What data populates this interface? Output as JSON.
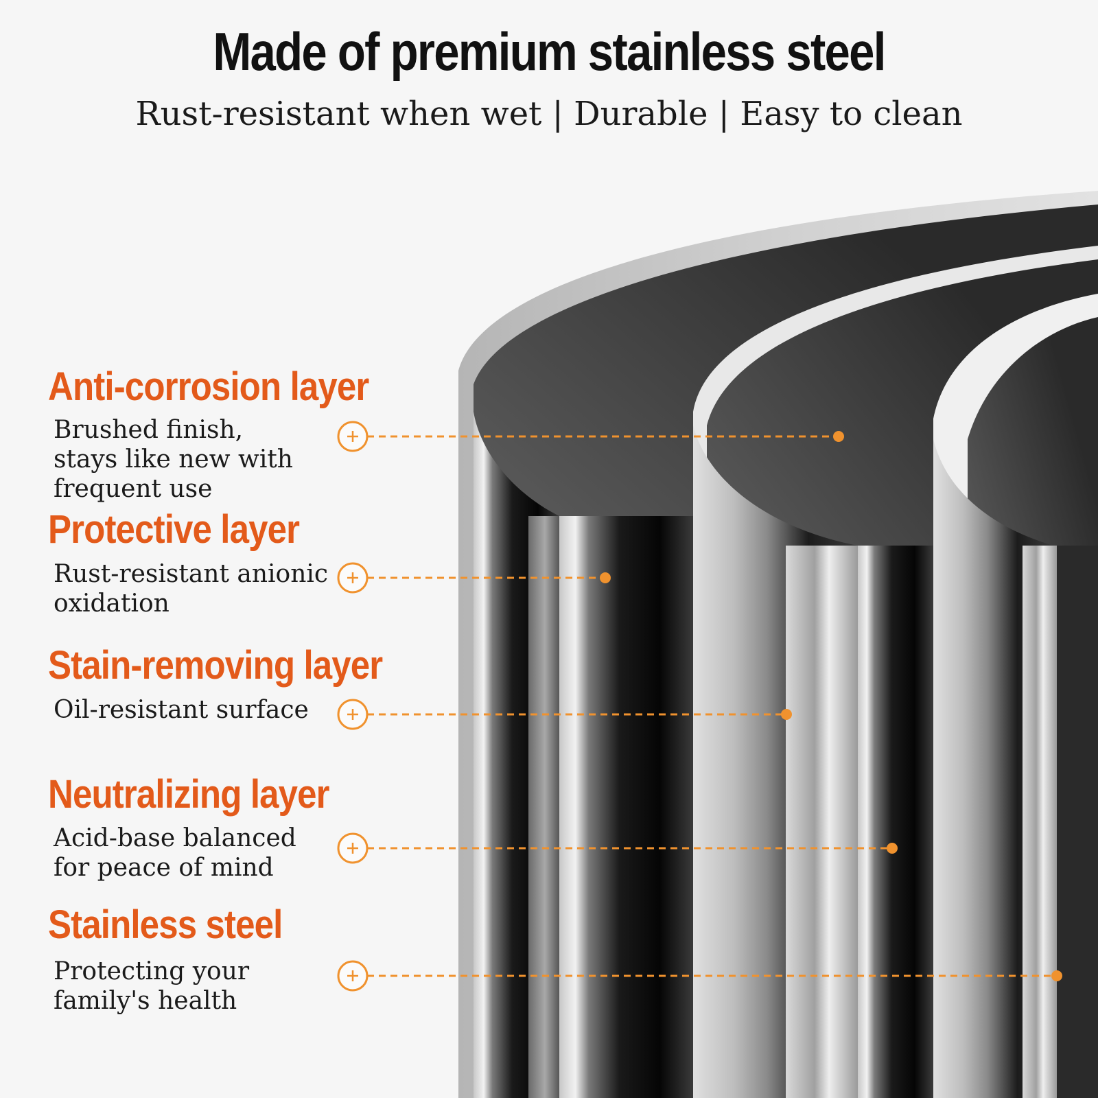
{
  "header": {
    "title": "Made of premium stainless steel",
    "subtitle": "Rust-resistant when wet | Durable | Easy to clean"
  },
  "colors": {
    "accent": "#e35a1a",
    "callout": "#f0922e"
  },
  "icons": {
    "callout_marker": "plus-circle-icon"
  },
  "layers": [
    {
      "title": "Anti-corrosion layer",
      "description": "Brushed finish,\nstays like new with\nfrequent use"
    },
    {
      "title": "Protective layer",
      "description": "Rust-resistant anionic\noxidation"
    },
    {
      "title": "Stain-removing layer",
      "description": "Oil-resistant surface"
    },
    {
      "title": "Neutralizing layer",
      "description": "Acid-base balanced\nfor peace of mind"
    },
    {
      "title": "Stainless steel",
      "description": "Protecting your\nfamily's health"
    }
  ]
}
